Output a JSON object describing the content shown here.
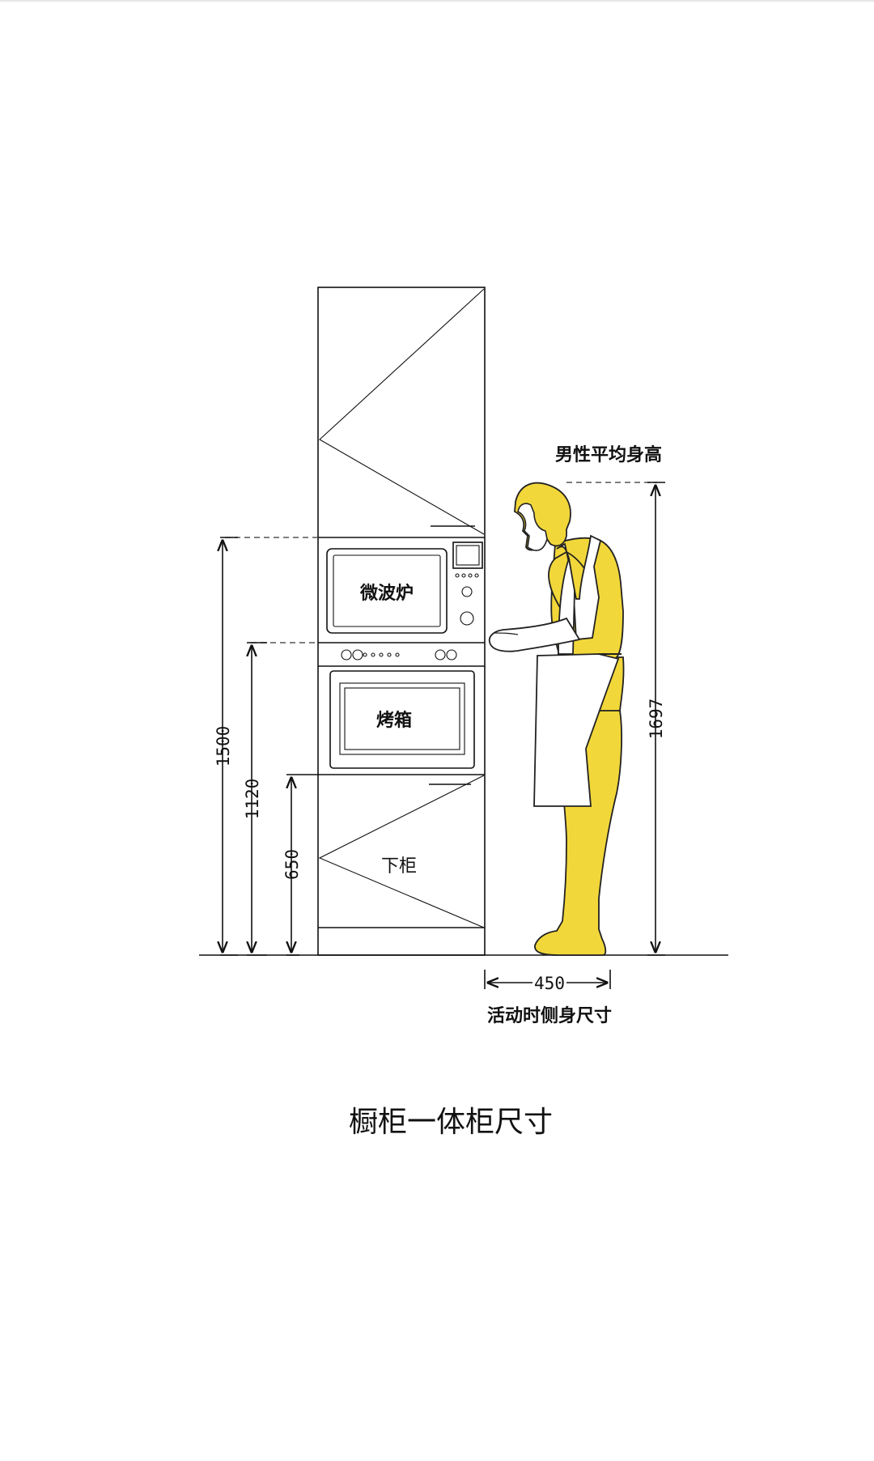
{
  "title": "橱柜一体柜尺寸",
  "labels": {
    "microwave": "微波炉",
    "oven": "烤箱",
    "lower_cabinet": "下柜",
    "average_male_height": "男性平均身高",
    "side_body_clearance": "活动时侧身尺寸"
  },
  "dimensions": {
    "microwave_top": "1500",
    "oven_top": "1120",
    "lower_cabinet_top": "650",
    "person_height": "1697",
    "side_clearance": "450"
  },
  "colors": {
    "figure": "#f2d73a",
    "lines": "#111111"
  }
}
